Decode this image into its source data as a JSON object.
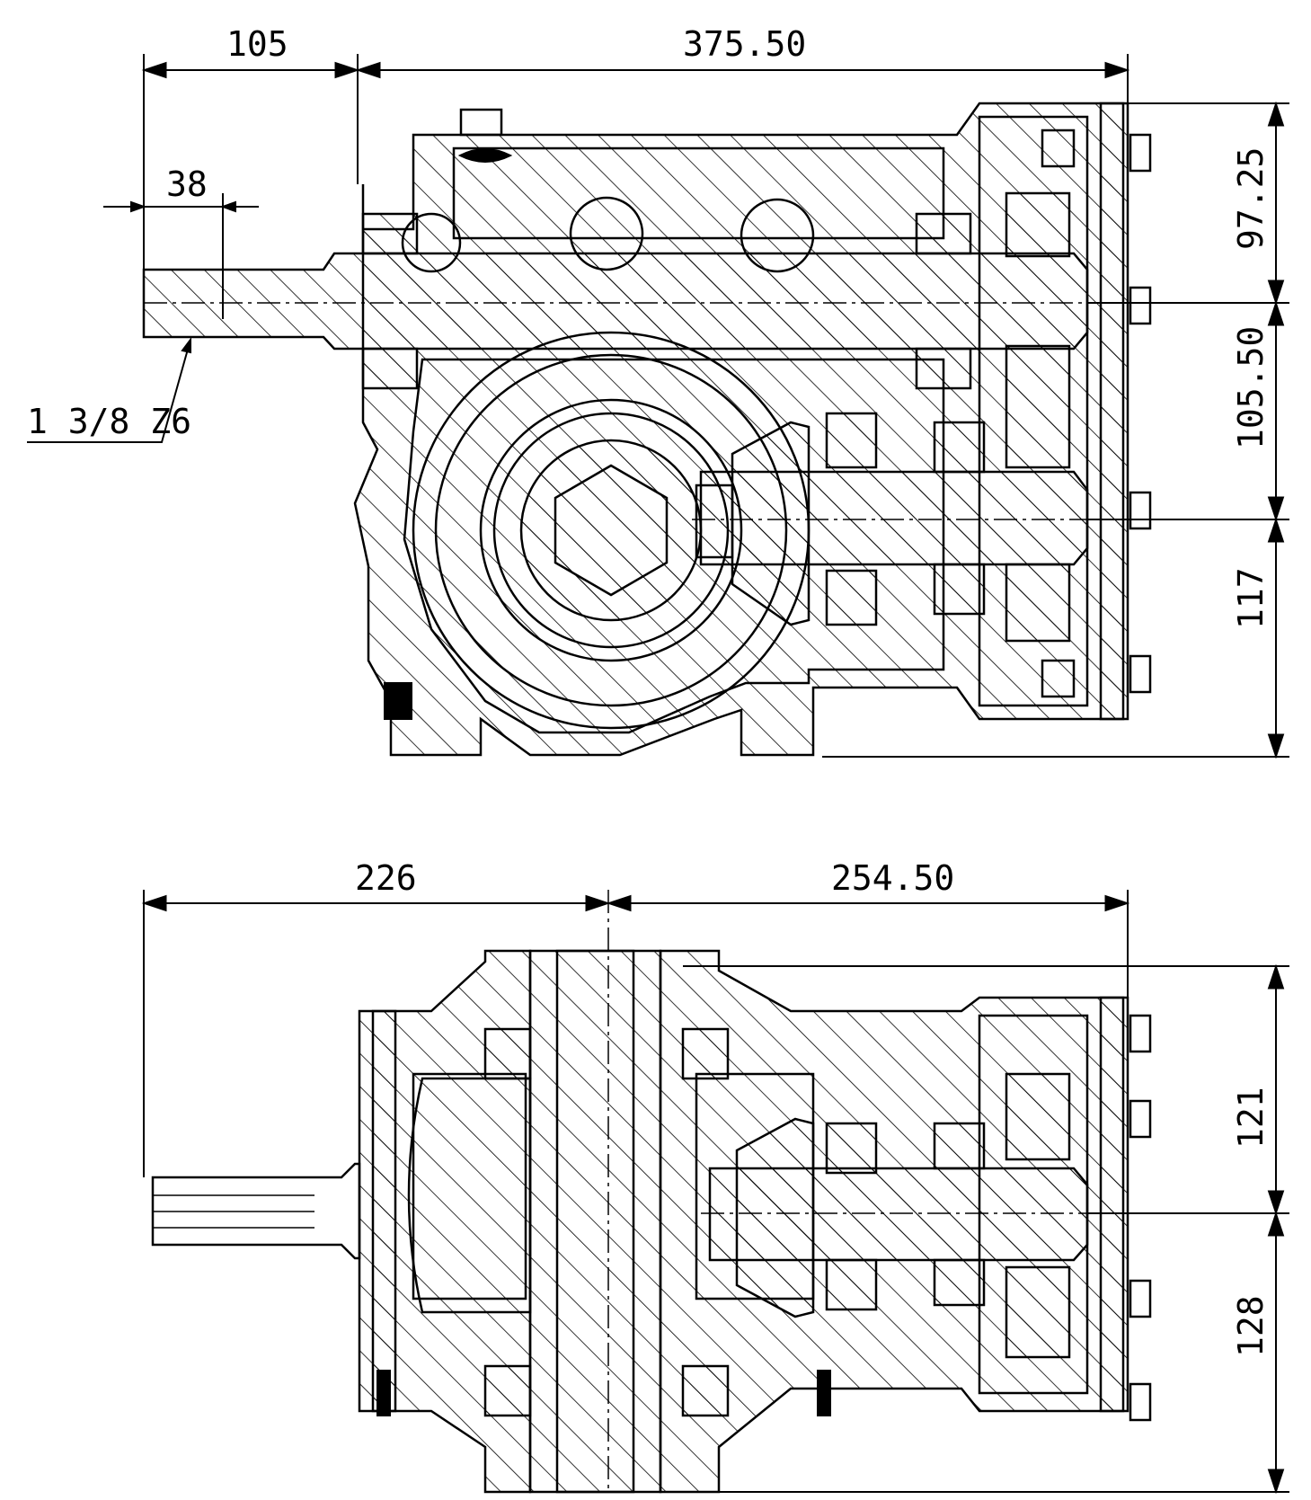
{
  "top_view": {
    "dims": {
      "shaft_length": "105",
      "body_length": "375.50",
      "spline_depth": "38",
      "spline_label": "1 3/8 Z6",
      "v_upper": "97.25",
      "v_mid": "105.50",
      "v_lower": "117"
    }
  },
  "bottom_view": {
    "dims": {
      "left_width": "226",
      "right_width": "254.50",
      "v_upper": "121",
      "v_lower": "128"
    }
  }
}
